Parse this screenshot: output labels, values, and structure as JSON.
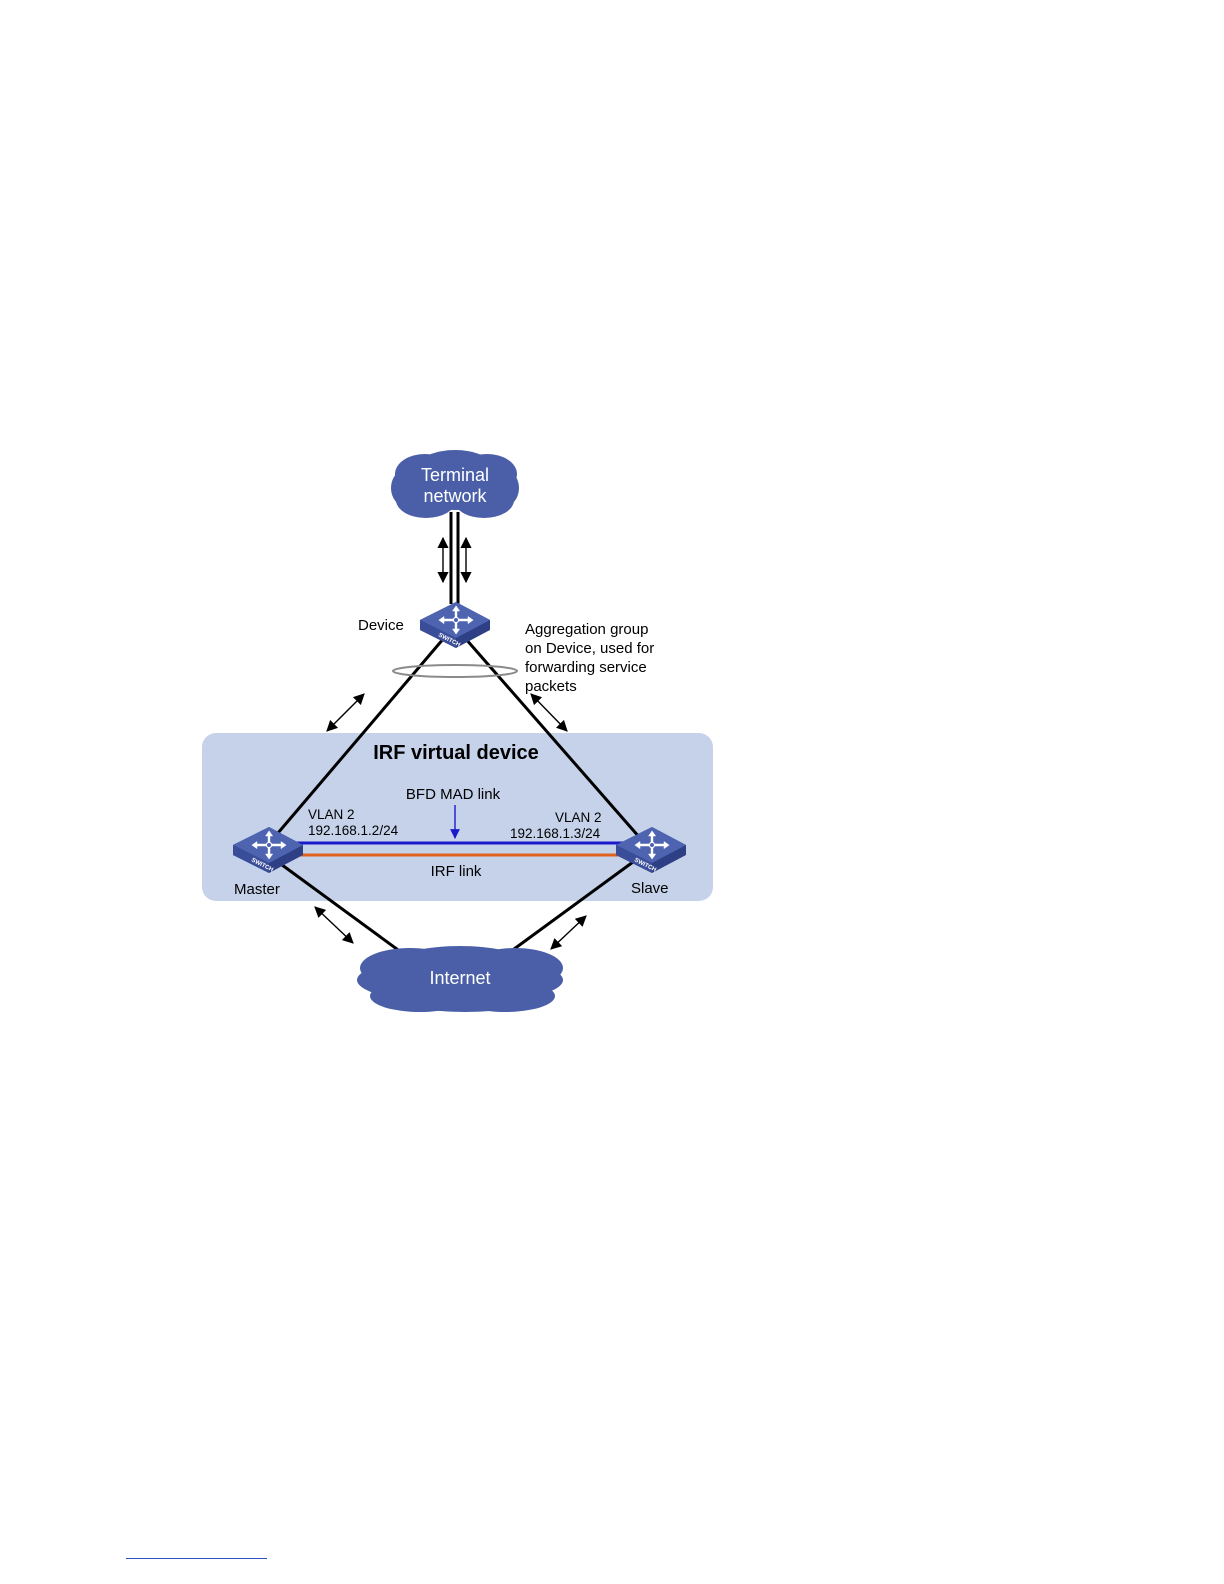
{
  "diagram": {
    "terminal_cloud": {
      "line1": "Terminal",
      "line2": "network"
    },
    "internet_cloud": {
      "label": "Internet"
    },
    "device_label": "Device",
    "aggregation_note": [
      "Aggregation group",
      "on Device, used for",
      "forwarding service",
      "packets"
    ],
    "irf_title": "IRF virtual device",
    "bfd_label": "BFD MAD link",
    "irf_link_label": "IRF link",
    "master": {
      "label": "Master",
      "vlan": "VLAN 2",
      "ip": "192.168.1.2/24"
    },
    "slave": {
      "label": "Slave",
      "vlan": "VLAN 2",
      "ip": "192.168.1.3/24"
    },
    "switch_badge": "SWITCH"
  },
  "colors": {
    "cloud": "#4a5fa8",
    "irf_box": "#c6d2ea",
    "bfd_link": "#1a1acc",
    "irf_link": "#e0601e",
    "switch_top": "#4e64b0",
    "switch_side": "#2e3f86",
    "footnote_rule": "#3050c0"
  }
}
